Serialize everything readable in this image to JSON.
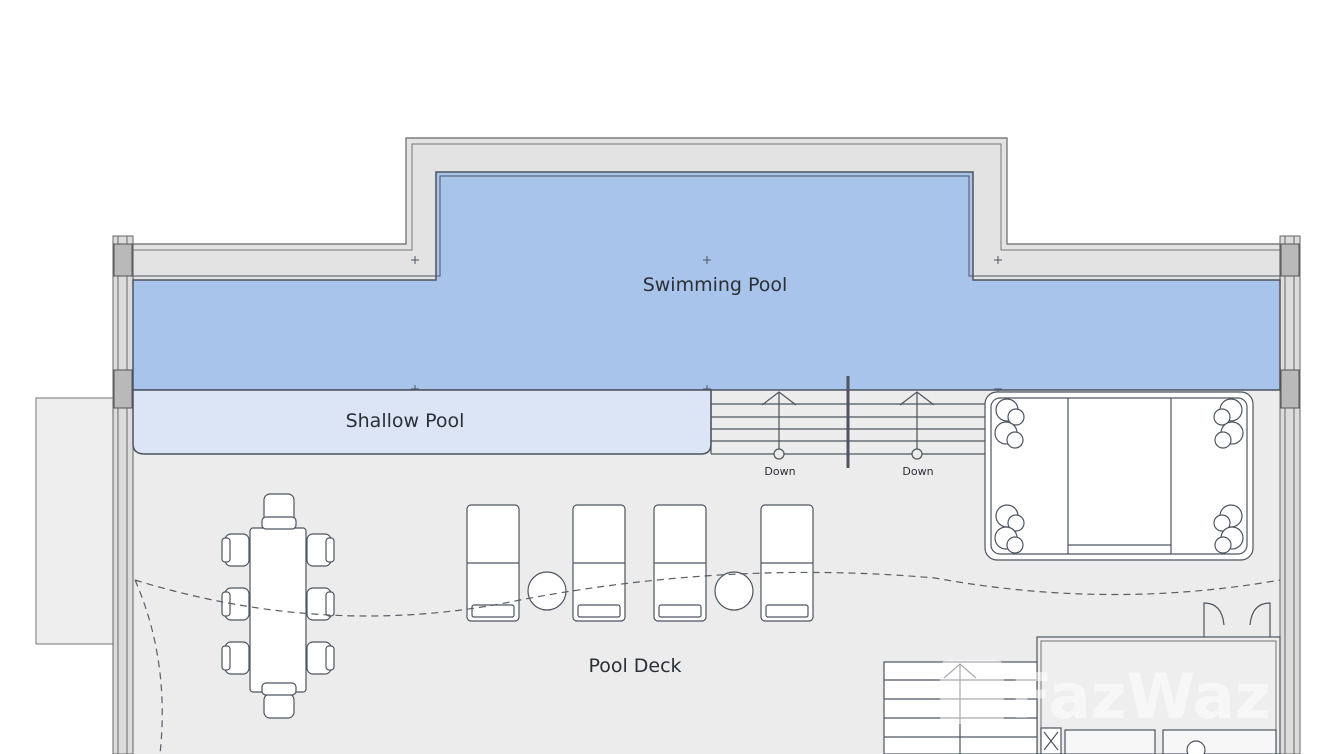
{
  "labels": {
    "swimming_pool": "Swimming Pool",
    "shallow_pool": "Shallow Pool",
    "pool_deck": "Pool Deck",
    "stair_down_1": "Down",
    "stair_down_2": "Down"
  },
  "watermark": {
    "brand": "FazWaz"
  },
  "colors": {
    "pool_water": "#a8c4ea",
    "shallow_water": "#dbe5f5",
    "deck": "#ececec",
    "wall": "#d5d5d5",
    "line": "#55595f"
  }
}
